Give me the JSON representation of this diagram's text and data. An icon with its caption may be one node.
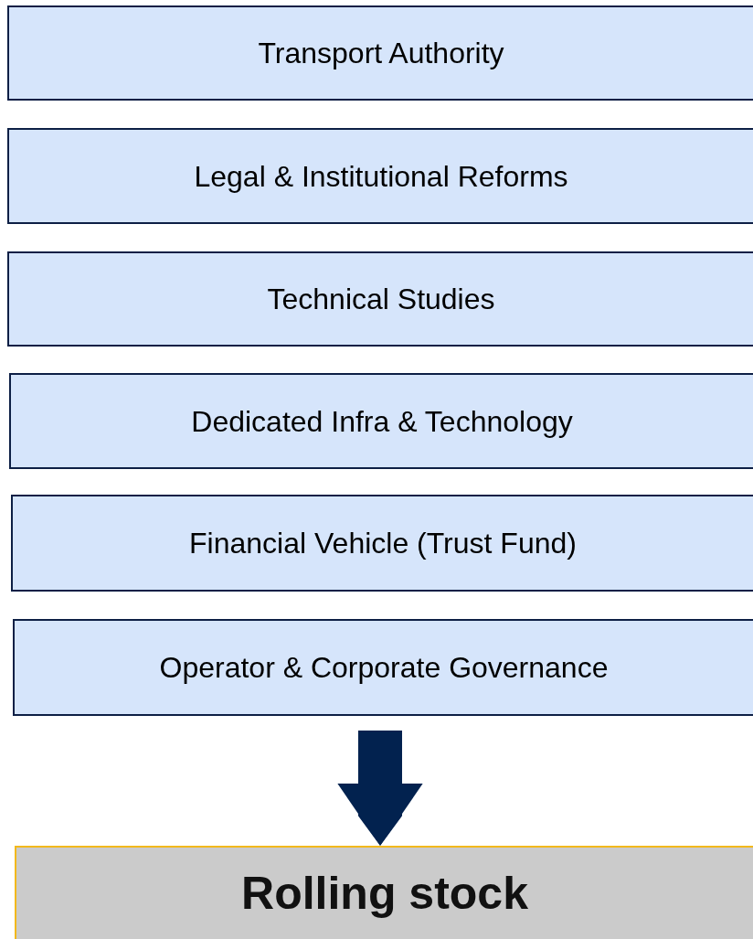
{
  "diagram": {
    "nodes": [
      {
        "text": [
          "Transport Authority"
        ]
      },
      {
        "text": [
          "Legal & Institutional Reforms"
        ]
      },
      {
        "text": [
          "Technical Studies"
        ]
      },
      {
        "text": [
          "Dedicated Infra & Technology"
        ]
      },
      {
        "text": [
          "Financial Vehicle (Trust Fund)"
        ]
      },
      {
        "text": [
          "Operator & Corporate Governance"
        ]
      },
      {
        "text": [
          "Rolling stock"
        ]
      }
    ],
    "edges": [
      {
        "from": 5,
        "to": 6,
        "arrow": "to",
        "color": "#02224f"
      }
    ]
  }
}
